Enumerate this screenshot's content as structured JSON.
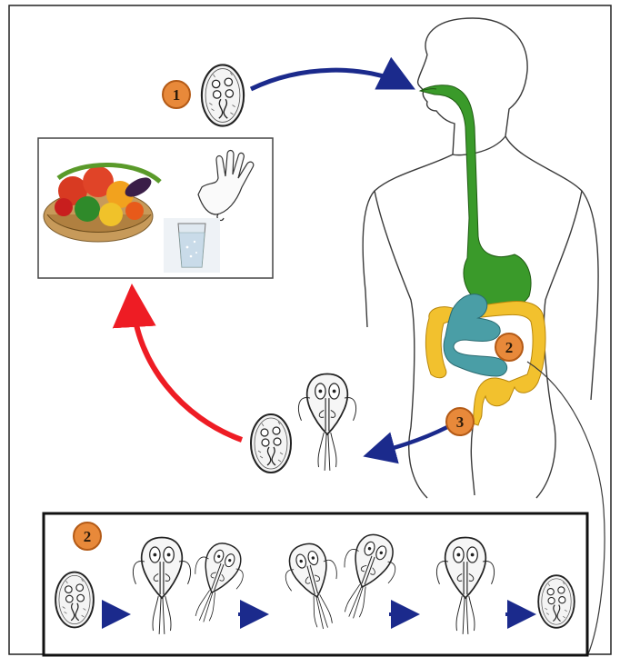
{
  "steps": {
    "step1": "1",
    "step2_body": "2",
    "step3": "3",
    "step2_panel": "2"
  },
  "colors": {
    "badge_fill": "#e8893a",
    "badge_stroke": "#b35a16",
    "ingestion_arrow": "#1b2a8c",
    "return_arrow": "#ee1c24",
    "stomach_esophagus": "#3a9a2a",
    "large_intestine": "#f2c12e",
    "small_intestine": "#4a9ea6",
    "outline": "#3a3a3a"
  }
}
